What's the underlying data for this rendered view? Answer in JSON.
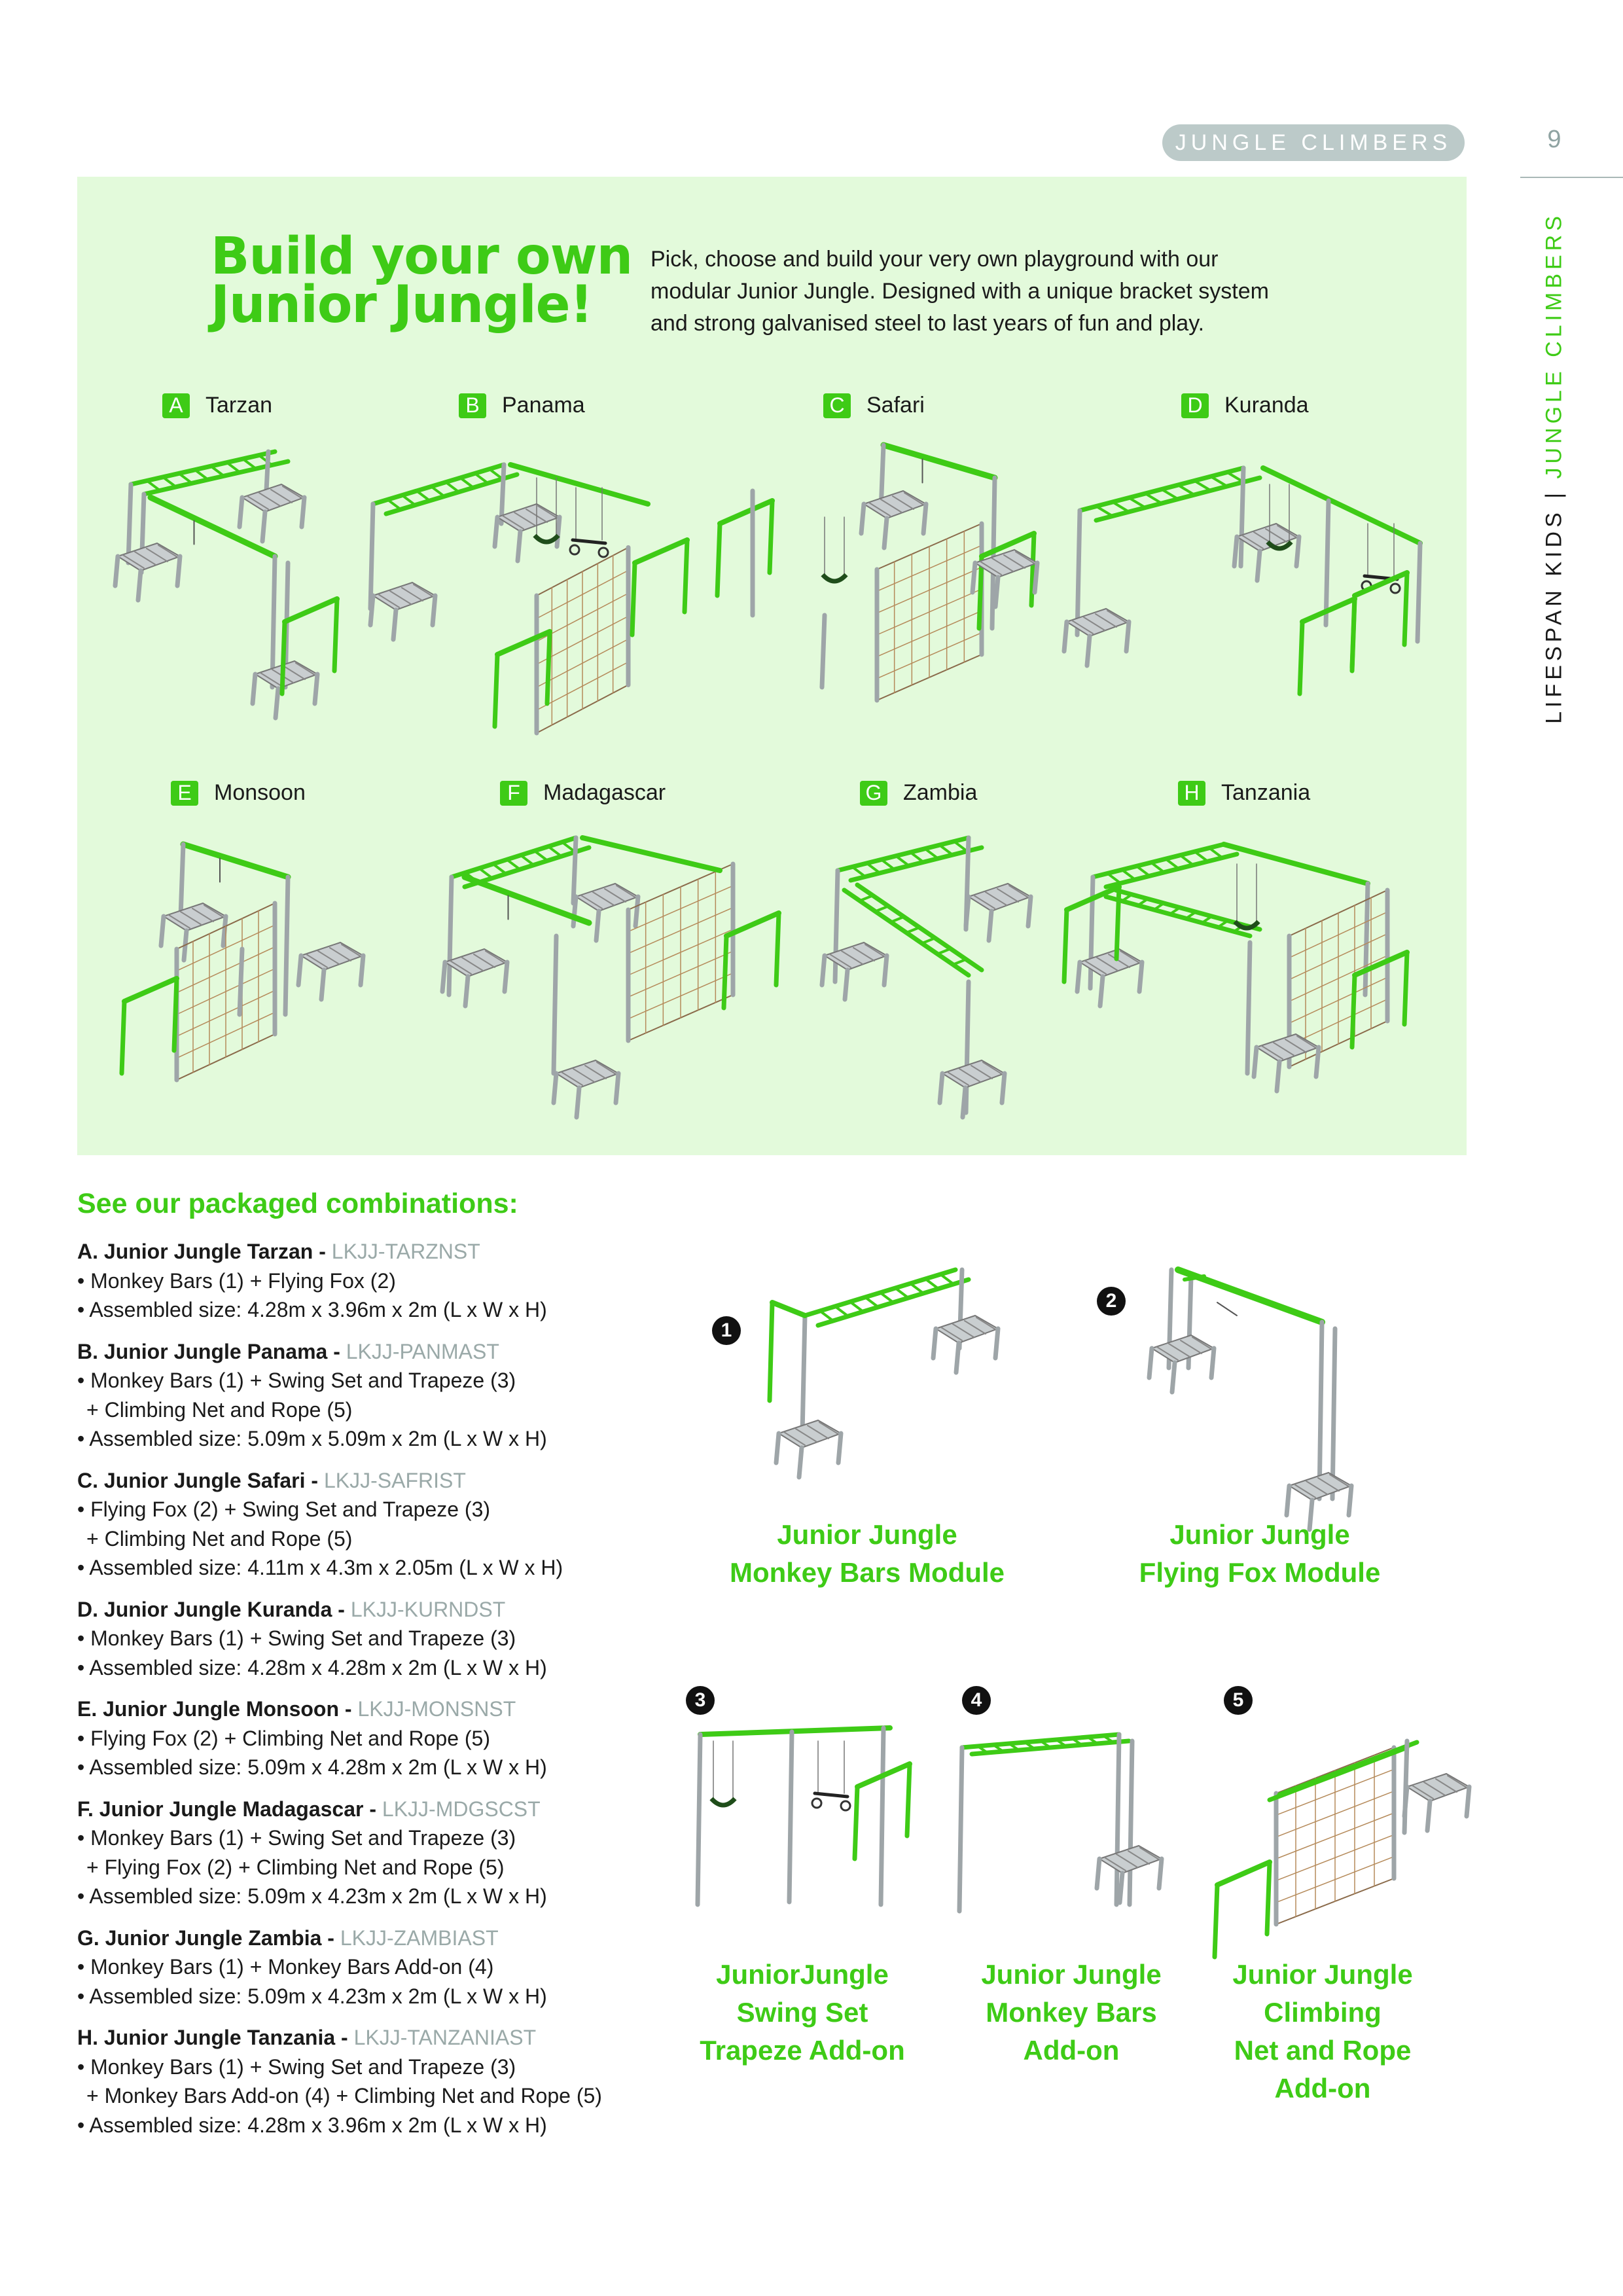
{
  "header": {
    "section_pill": "JUNGLE CLIMBERS",
    "page_number": "9"
  },
  "side_label": {
    "brand": "LIFESPAN KIDS",
    "separator": "|",
    "section": "JUNGLE CLIMBERS"
  },
  "hero": {
    "title_line1": "Build your own",
    "title_line2": "Junior Jungle!",
    "intro_lines": [
      "Pick, choose and build your very own playground with our",
      "modular Junior Jungle. Designed with a unique bracket system",
      "and strong galvanised steel to last years of fun and play."
    ]
  },
  "configurations": [
    {
      "letter": "A",
      "name": "Tarzan"
    },
    {
      "letter": "B",
      "name": "Panama"
    },
    {
      "letter": "C",
      "name": "Safari"
    },
    {
      "letter": "D",
      "name": "Kuranda"
    },
    {
      "letter": "E",
      "name": "Monsoon"
    },
    {
      "letter": "F",
      "name": "Madagascar"
    },
    {
      "letter": "G",
      "name": "Zambia"
    },
    {
      "letter": "H",
      "name": "Tanzania"
    }
  ],
  "packages_heading": "See our packaged combinations:",
  "packages": [
    {
      "title": "A. Junior Jungle Tarzan - ",
      "code": "LKJJ-TARZNST",
      "lines": [
        "• Monkey Bars (1) + Flying Fox (2)",
        "• Assembled size: 4.28m x 3.96m x 2m (L x W x H)"
      ]
    },
    {
      "title": "B. Junior Jungle Panama - ",
      "code": "LKJJ-PANMAST",
      "lines": [
        "• Monkey Bars (1) + Swing Set and Trapeze (3)",
        " + Climbing Net and Rope (5)",
        "• Assembled size: 5.09m x 5.09m x 2m (L x W x H)"
      ]
    },
    {
      "title": "C. Junior Jungle Safari - ",
      "code": "LKJJ-SAFRIST",
      "lines": [
        "• Flying Fox (2) + Swing Set and Trapeze (3)",
        " + Climbing Net and Rope (5)",
        "• Assembled size: 4.11m x 4.3m x 2.05m (L x W x H)"
      ]
    },
    {
      "title": "D. Junior Jungle Kuranda - ",
      "code": "LKJJ-KURNDST",
      "lines": [
        "• Monkey Bars (1) + Swing Set and Trapeze (3)",
        "• Assembled size: 4.28m x 4.28m x 2m (L x W x H)"
      ]
    },
    {
      "title": "E. Junior Jungle Monsoon - ",
      "code": "LKJJ-MONSNST",
      "lines": [
        "• Flying Fox (2) + Climbing Net and Rope (5)",
        "• Assembled size: 5.09m x 4.28m x 2m (L x W x H)"
      ]
    },
    {
      "title": "F. Junior Jungle Madagascar - ",
      "code": "LKJJ-MDGSCST",
      "lines": [
        "• Monkey Bars (1) + Swing Set and Trapeze (3)",
        " + Flying Fox (2) + Climbing Net and Rope (5)",
        "• Assembled size: 5.09m x 4.23m x 2m (L x W x H)"
      ]
    },
    {
      "title": "G. Junior Jungle Zambia - ",
      "code": "LKJJ-ZAMBIAST",
      "lines": [
        "• Monkey Bars (1) + Monkey Bars Add-on (4)",
        "• Assembled size: 5.09m x 4.23m x 2m (L x W x H)"
      ]
    },
    {
      "title": "H. Junior Jungle Tanzania - ",
      "code": "LKJJ-TANZANIAST",
      "lines": [
        "• Monkey Bars (1) + Swing Set and Trapeze (3)",
        " + Monkey Bars Add-on (4) + Climbing Net and Rope (5)",
        "• Assembled size: 4.28m x 3.96m x 2m (L x W x H)"
      ]
    }
  ],
  "modules": [
    {
      "number": "1",
      "lines": [
        "Junior Jungle",
        "Monkey Bars Module"
      ]
    },
    {
      "number": "2",
      "lines": [
        "Junior Jungle",
        "Flying Fox Module"
      ]
    },
    {
      "number": "3",
      "lines": [
        "JuniorJungle",
        "Swing Set",
        "Trapeze Add-on"
      ]
    },
    {
      "number": "4",
      "lines": [
        "Junior Jungle",
        "Monkey Bars",
        "Add-on"
      ]
    },
    {
      "number": "5",
      "lines": [
        "Junior Jungle",
        "Climbing",
        "Net and Rope",
        "Add-on"
      ]
    }
  ],
  "colors": {
    "accent": "#3ecb16",
    "panel": "#e3fadb",
    "pill": "#bccac9",
    "code": "#9aa9a8",
    "steel": "#9ea5a8"
  }
}
